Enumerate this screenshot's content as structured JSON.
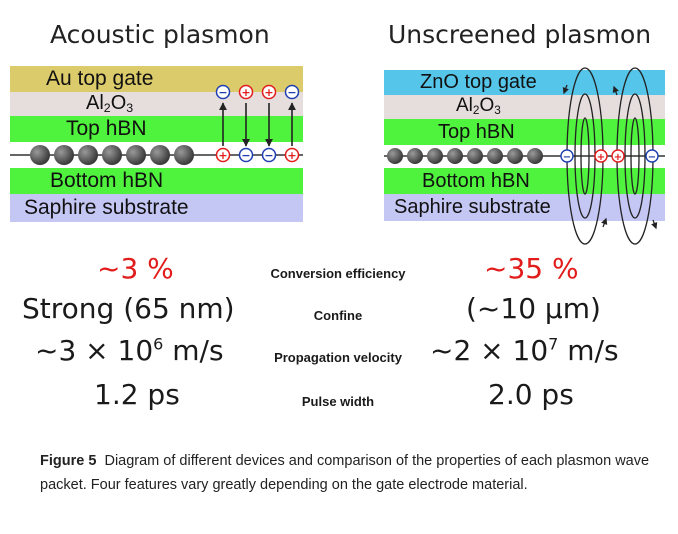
{
  "left_panel": {
    "title": "Acoustic plasmon",
    "layers": {
      "gate": "Au top gate",
      "oxide_base": "Al",
      "oxide_sub1": "2",
      "oxide_mid": "O",
      "oxide_sub2": "3",
      "top_hbn": "Top hBN",
      "bottom_hbn": "Bottom hBN",
      "substrate": "Saphire substrate"
    },
    "top_charges": [
      "−",
      "+",
      "+",
      "−"
    ],
    "bottom_charges": [
      "+",
      "−",
      "−",
      "+"
    ]
  },
  "right_panel": {
    "title": "Unscreened plasmon",
    "layers": {
      "gate": "ZnO top gate",
      "oxide_base": "Al",
      "oxide_sub1": "2",
      "oxide_mid": "O",
      "oxide_sub2": "3",
      "top_hbn": "Top hBN",
      "bottom_hbn": "Bottom hBN",
      "substrate": "Saphire substrate"
    },
    "charges": [
      "−",
      "+",
      "+",
      "−"
    ]
  },
  "comparison": [
    {
      "left": "~3 %",
      "label": "Conversion efficiency",
      "right": "~35 %"
    },
    {
      "left": "Strong (65 nm)",
      "label": "Confine",
      "right": "(~10 μm)"
    },
    {
      "left_base": "~3 × 10",
      "left_exp": "6",
      "left_unit": " m/s",
      "label": "Propagation velocity",
      "right_base": "~2 × 10",
      "right_exp": "7",
      "right_unit": " m/s"
    },
    {
      "left": "1.2 ps",
      "label": "Pulse width",
      "right": "2.0 ps"
    }
  ],
  "caption": {
    "figure_label": "Figure 5",
    "text": "Diagram of different devices and comparison of the properties of each plasmon wave packet. Four features vary greatly depending on the gate electrode material."
  },
  "colors": {
    "au_gate": "#dccb6a",
    "zno_gate": "#56c5ea",
    "al2o3": "#e6dedd",
    "hbn": "#4ff23c",
    "substrate": "#c4c6f3",
    "positive_charge": "#e21b1b",
    "negative_charge": "#1f3fb0",
    "highlight_text": "#e21b1b"
  }
}
